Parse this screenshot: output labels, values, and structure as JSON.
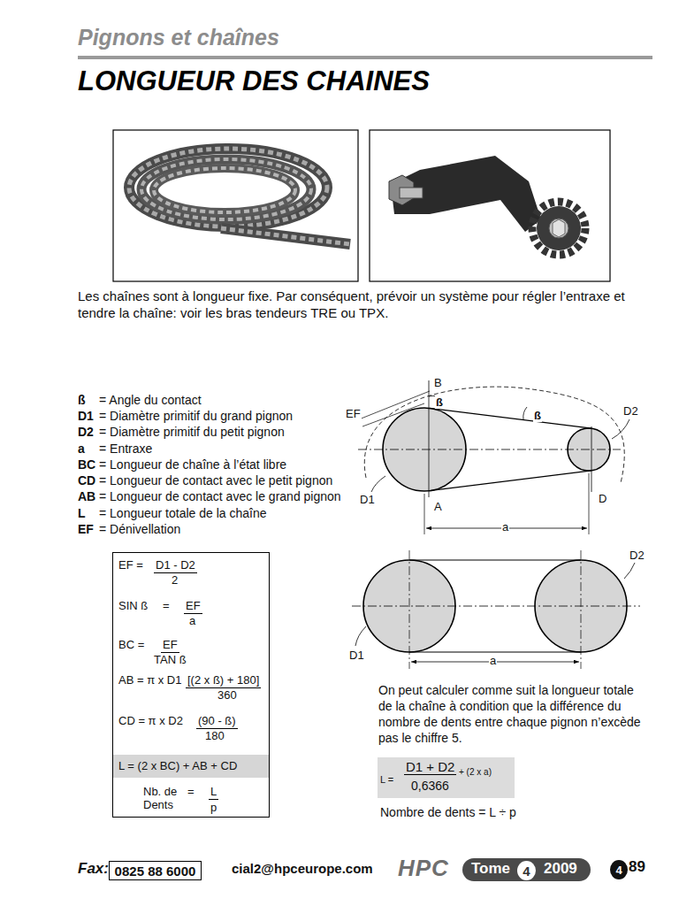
{
  "diagram": {
    "title": "LONGUEUR DES CHAINES",
    "nodes": [
      {
        "text": [
          "EF =",
          "D1 - D2",
          "2",
          "SIN ß",
          "=",
          "EF",
          "a",
          "BC =",
          "EF",
          "TAN ß",
          "AB = π x D1",
          "[(2 x ß) + 180]",
          "360",
          "CD = π x D2",
          "(90 - ß)",
          "180",
          "Nb. de Dents",
          "=",
          "L",
          "p"
        ]
      },
      {
        "text": [
          "L = (2 x BC) + AB + CD"
        ],
        "in": 0
      },
      {
        "text": [
          "L =",
          "D1 + D2",
          "+ (2 x a)",
          "0,6366"
        ]
      },
      {
        "text": [
          "0825 88 6000"
        ]
      },
      {
        "text": [
          "Tome",
          "2009"
        ]
      },
      {
        "text": [
          "4"
        ],
        "in": 4
      },
      {
        "text": [
          "4"
        ]
      }
    ],
    "labels": [
      "Pignons et chaînes",
      "Les chaînes sont à longueur fixe. Par conséquent, prévoir un système pour régler l’entraxe et tendre la chaîne: voir les bras tendeurs TRE ou TPX.",
      "ß",
      "= Angle du contact",
      "D1",
      "= Diamètre primitif du grand pignon",
      "D2",
      "= Diamètre primitif du petit pignon",
      "a",
      "= Entraxe",
      "BC",
      "= Longueur de chaîne à l’état libre",
      "CD",
      "= Longueur de contact avec le petit pignon",
      "AB",
      "= Longueur de contact avec le grand pignon",
      "L",
      "= Longueur totale de la chaîne",
      "EF",
      "= Dénivellation",
      "B",
      "ß",
      "ß",
      "EF",
      "D2",
      "D1",
      "A",
      "D",
      "a",
      "D2",
      "D1",
      "a",
      "On peut calculer comme suit la longueur totale de la chaîne à condition que la différence du nombre de dents entre chaque pignon n’excède pas le chiffre 5.",
      "Nombre de dents = L ÷ p",
      "Fax:",
      "cial2@hpceurope.com",
      "HPC",
      "89"
    ]
  }
}
